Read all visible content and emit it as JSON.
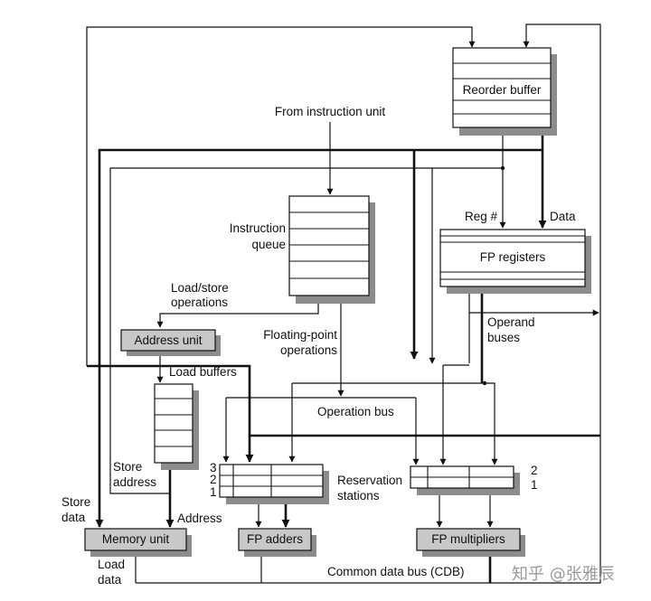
{
  "diagram": {
    "reorder_buffer": "Reorder buffer",
    "from_instruction_unit": "From instruction unit",
    "instruction_queue_line1": "Instruction",
    "instruction_queue_line2": "queue",
    "reg_num": "Reg #",
    "data": "Data",
    "fp_registers": "FP registers",
    "load_store_line1": "Load/store",
    "load_store_line2": "operations",
    "address_unit": "Address unit",
    "floating_point_line1": "Floating-point",
    "floating_point_line2": "operations",
    "operand_buses_line1": "Operand",
    "operand_buses_line2": "buses",
    "load_buffers": "Load buffers",
    "operation_bus": "Operation bus",
    "store_address_line1": "Store",
    "store_address_line2": "address",
    "store_data_line1": "Store",
    "store_data_line2": "data",
    "address": "Address",
    "reservation_line1": "Reservation",
    "reservation_line2": "stations",
    "rs_index_3": "3",
    "rs_index_2": "2",
    "rs_index_1": "1",
    "rs_mul_index_2": "2",
    "rs_mul_index_1": "1",
    "memory_unit": "Memory unit",
    "fp_adders": "FP adders",
    "fp_multipliers": "FP multipliers",
    "load_data_line1": "Load",
    "load_data_line2": "data",
    "cdb": "Common data bus (CDB)",
    "watermark": "知乎 @张雅辰"
  }
}
